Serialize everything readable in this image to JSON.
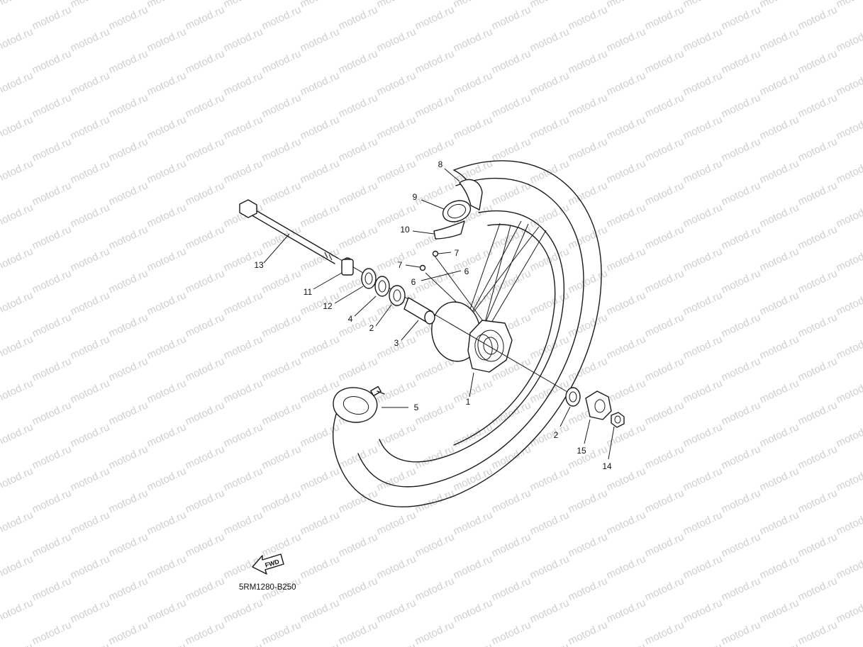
{
  "watermark": "motod.ru",
  "diagram_code": "5RM1280-B250",
  "direction_badge": "FWD",
  "callouts": [
    "1",
    "2",
    "2",
    "3",
    "4",
    "5",
    "6",
    "6",
    "7",
    "7",
    "8",
    "9",
    "10",
    "11",
    "12",
    "13",
    "14",
    "15"
  ],
  "colors": {
    "line": "#1a1a1a",
    "watermark": "#cfcfcf",
    "background": "#ffffff"
  }
}
